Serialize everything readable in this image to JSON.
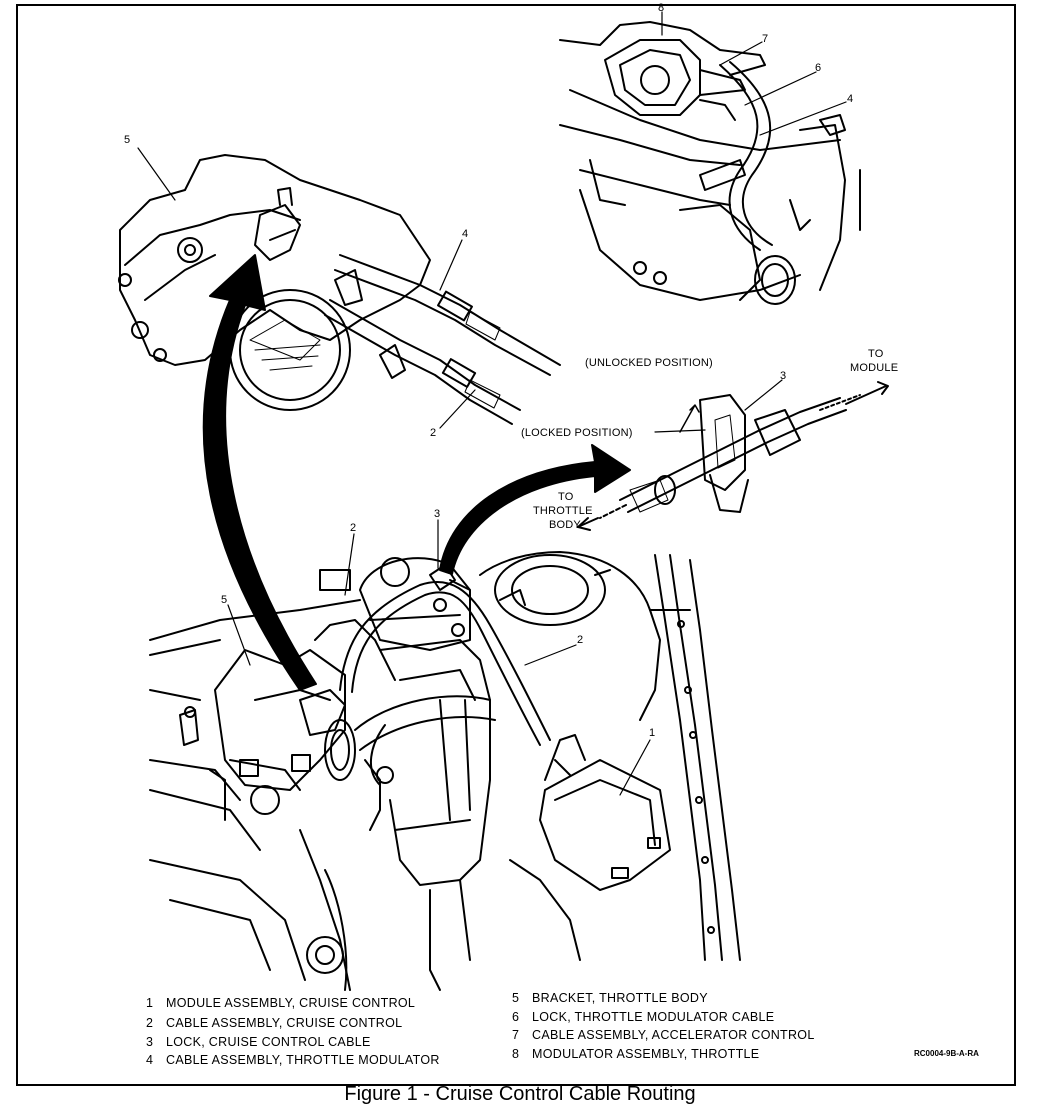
{
  "callouts": {
    "main": [
      "1",
      "2",
      "2",
      "3",
      "5"
    ],
    "inset_throttle": [
      "5",
      "4",
      "2"
    ],
    "inset_modulator": [
      "8",
      "7",
      "6",
      "4"
    ],
    "inset_lock": "3"
  },
  "lock_labels": {
    "unlocked": "(UNLOCKED POSITION)",
    "locked": "(LOCKED POSITION)",
    "to_module": [
      "TO",
      "MODULE"
    ],
    "to_throttle": [
      "TO",
      "THROTTLE",
      "BODY"
    ]
  },
  "legend": [
    {
      "n": "1",
      "text": "MODULE ASSEMBLY, CRUISE CONTROL"
    },
    {
      "n": "2",
      "text": "CABLE ASSEMBLY, CRUISE CONTROL"
    },
    {
      "n": "3",
      "text": "LOCK, CRUISE CONTROL CABLE"
    },
    {
      "n": "4",
      "text": "CABLE ASSEMBLY, THROTTLE MODULATOR"
    },
    {
      "n": "5",
      "text": "BRACKET, THROTTLE BODY"
    },
    {
      "n": "6",
      "text": "LOCK, THROTTLE MODULATOR CABLE"
    },
    {
      "n": "7",
      "text": "CABLE ASSEMBLY, ACCELERATOR CONTROL"
    },
    {
      "n": "8",
      "text": "MODULATOR ASSEMBLY, THROTTLE"
    }
  ],
  "ref_code": "RC0004-9B-A-RA",
  "caption": "Figure 1 - Cruise Control Cable Routing"
}
